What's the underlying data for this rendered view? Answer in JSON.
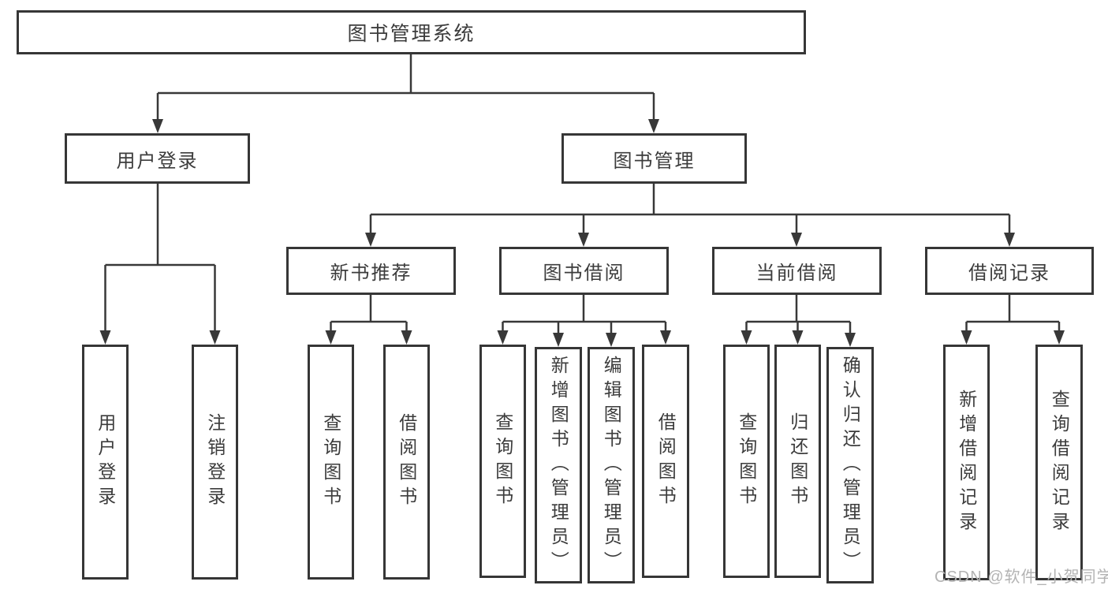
{
  "colors": {
    "line": "#383838",
    "box_border": "#363636",
    "text": "#3c3c3c",
    "watermark": "#b3b3b3",
    "background": "#ffffff"
  },
  "diagram": {
    "root": {
      "label": "图书管理系统"
    },
    "level1": [
      {
        "label": "用户登录"
      },
      {
        "label": "图书管理"
      }
    ],
    "level2": [
      {
        "label": "新书推荐"
      },
      {
        "label": "图书借阅"
      },
      {
        "label": "当前借阅"
      },
      {
        "label": "借阅记录"
      }
    ],
    "leaves": [
      {
        "label": "用户登录"
      },
      {
        "label": "注销登录"
      },
      {
        "label": "查询图书"
      },
      {
        "label": "借阅图书"
      },
      {
        "label": "查询图书"
      },
      {
        "label": "新增图书（管理员）"
      },
      {
        "label": "编辑图书（管理员）"
      },
      {
        "label": "借阅图书"
      },
      {
        "label": "查询图书"
      },
      {
        "label": "归还图书"
      },
      {
        "label": "确认归还（管理员）"
      },
      {
        "label": "新增借阅记录"
      },
      {
        "label": "查询借阅记录"
      }
    ]
  },
  "watermark": {
    "text": "CSDN @软件_小贺同学"
  }
}
